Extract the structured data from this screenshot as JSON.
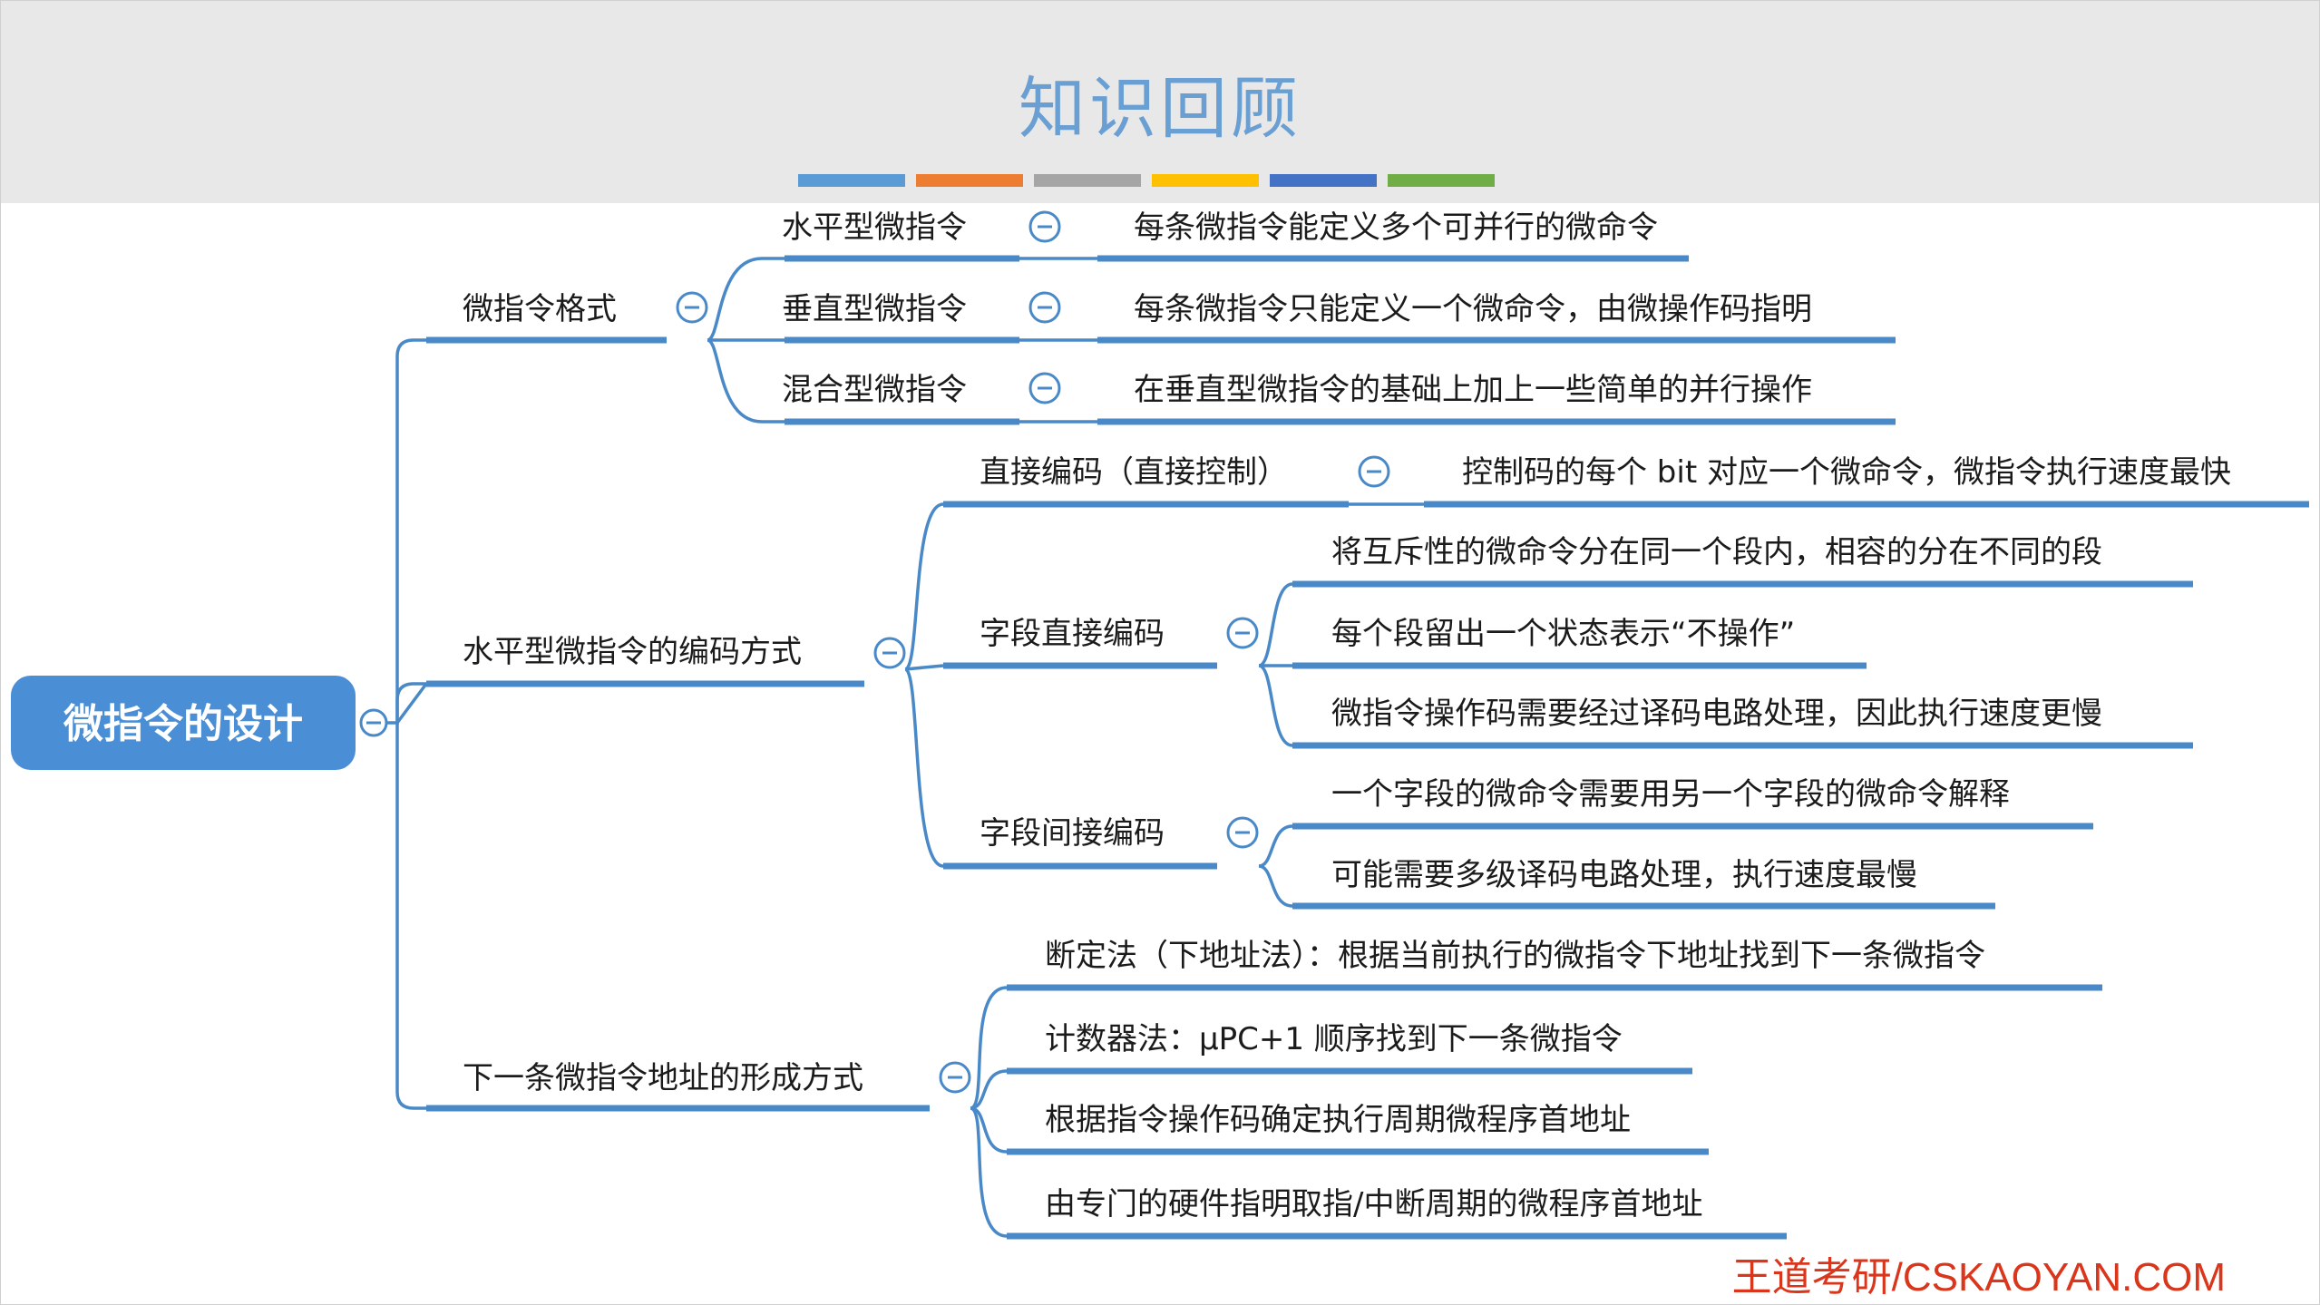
{
  "title": "知识回顾",
  "title_stripes": [
    "#5b9bd5",
    "#ed7d31",
    "#a5a5a5",
    "#ffc000",
    "#4472c4",
    "#70ad47"
  ],
  "root": "微指令的设计",
  "format": {
    "label": "微指令格式",
    "horizontal": {
      "label": "水平型微指令",
      "desc": "每条微指令能定义多个可并行的微命令"
    },
    "vertical": {
      "label": "垂直型微指令",
      "desc": "每条微指令只能定义一个微命令，由微操作码指明"
    },
    "hybrid": {
      "label": "混合型微指令",
      "desc": "在垂直型微指令的基础上加上一些简单的并行操作"
    }
  },
  "encoding": {
    "label": "水平型微指令的编码方式",
    "direct": {
      "label": "直接编码（直接控制）",
      "desc": "控制码的每个 bit 对应一个微命令，微指令执行速度最快"
    },
    "field_direct": {
      "label": "字段直接编码",
      "items": [
        "将互斥性的微命令分在同一个段内，相容的分在不同的段",
        "每个段留出一个状态表示“不操作”",
        "微指令操作码需要经过译码电路处理，因此执行速度更慢"
      ]
    },
    "field_indirect": {
      "label": "字段间接编码",
      "items": [
        "一个字段的微命令需要用另一个字段的微命令解释",
        "可能需要多级译码电路处理，执行速度最慢"
      ]
    }
  },
  "next_address": {
    "label": "下一条微指令地址的形成方式",
    "items": [
      "断定法（下地址法）：根据当前执行的微指令下地址找到下一条微指令",
      "计数器法：μPC+1 顺序找到下一条微指令",
      "根据指令操作码确定执行周期微程序首地址",
      "由专门的硬件指明取指/中断周期的微程序首地址"
    ]
  },
  "footer": "王道考研/CSKAOYAN.COM",
  "colors": {
    "accent": "#4a89c8",
    "root_fill": "#4a8fd6",
    "title": "#6a9fd3",
    "footer": "#d9361c"
  }
}
